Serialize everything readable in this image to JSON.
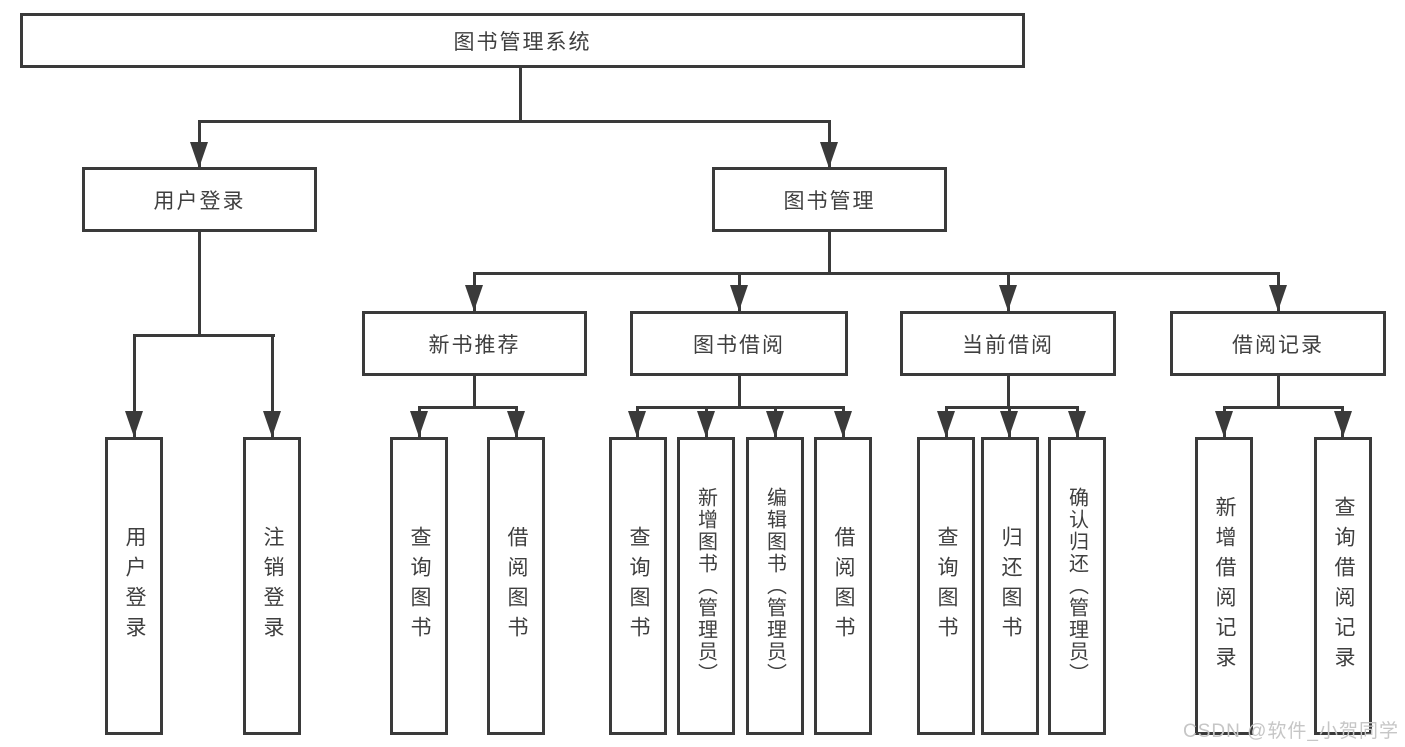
{
  "tree": {
    "root": "图书管理系统",
    "user_login": {
      "label": "用户登录",
      "children": [
        "用户登录",
        "注销登录"
      ]
    },
    "book_mgmt": {
      "label": "图书管理"
    },
    "new_books": {
      "label": "新书推荐",
      "children": [
        "查询图书",
        "借阅图书"
      ]
    },
    "book_borrow": {
      "label": "图书借阅",
      "children": [
        "查询图书",
        "新增图书（管理员）",
        "编辑图书（管理员）",
        "借阅图书"
      ]
    },
    "current_borrow": {
      "label": "当前借阅",
      "children": [
        "查询图书",
        "归还图书",
        "确认归还（管理员）"
      ]
    },
    "borrow_records": {
      "label": "借阅记录",
      "children": [
        "新增借阅记录",
        "查询借阅记录"
      ]
    }
  },
  "watermark": "CSDN @软件_小贺同学",
  "colors": {
    "line": "#3a3a3a",
    "text": "#3f3f3f",
    "background": "#ffffff",
    "watermark": "#c6c6c6"
  }
}
